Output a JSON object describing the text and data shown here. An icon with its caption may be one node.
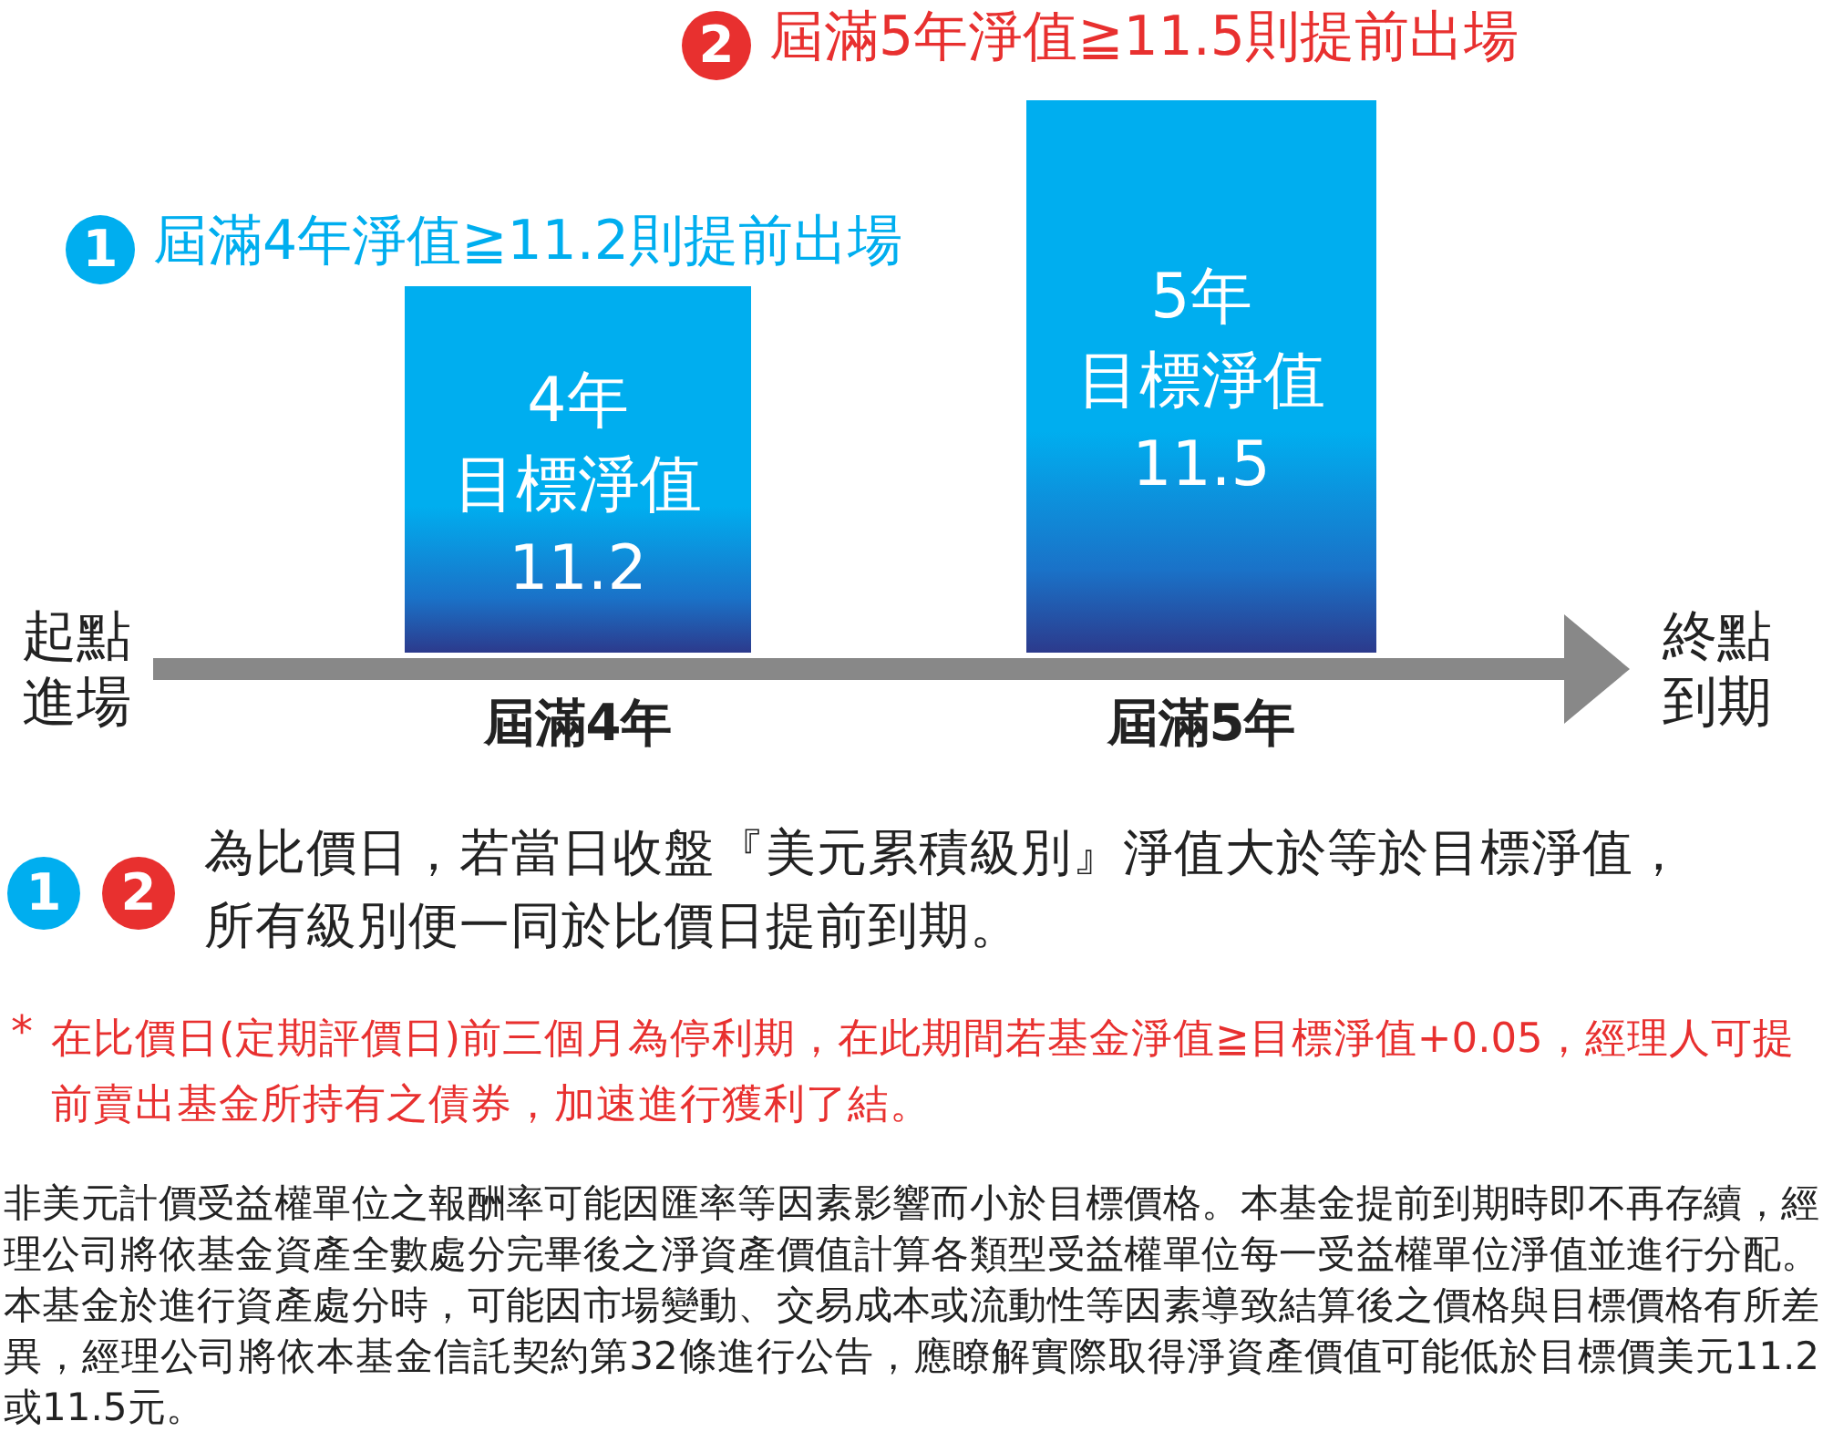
{
  "diagram": {
    "nodes": [
      {
        "text": [
          "起點進場"
        ]
      },
      {
        "text": [
          "終點到期"
        ]
      },
      {
        "text": [
          "4年",
          "目標淨值",
          "11.2"
        ],
        "beside": [
          "屆滿4年"
        ]
      },
      {
        "text": [
          "5年",
          "目標淨值",
          "11.5"
        ],
        "beside": [
          "屆滿5年"
        ]
      }
    ],
    "edges": [
      {
        "from": 0,
        "to": 1,
        "arrow": "to"
      }
    ],
    "labels": [
      "1",
      "屆滿4年淨值≧11.2則提前出場",
      "2",
      "屆滿5年淨值≧11.5則提前出場",
      "1",
      "2",
      "為比價日，若當日收盤『美元累積級別』淨值大於等於目標淨值，所有級別便一同於比價日提前到期。",
      "*",
      "在比價日(定期評價日)前三個月為停利期，在此期間若基金淨值≧目標淨值+0.05，經理人可提前賣出基金所持有之債券，加速進行獲利了結。",
      "非美元計價受益權單位之報酬率可能因匯率等因素影響而小於目標價格。本基金提前到期時即不再存續，經理公司將依基金資產全數處分完畢後之淨資產價值計算各類型受益權單位每一受益權單位淨值並進行分配。本基金於進行資產處分時，可能因市場變動、交易成本或流動性等因素導致結算後之價格與目標價格有所差異，經理公司將依本基金信託契約第32條進行公告，應瞭解實際取得淨資產價值可能低於目標價美元11.2或11.5元。"
    ]
  }
}
